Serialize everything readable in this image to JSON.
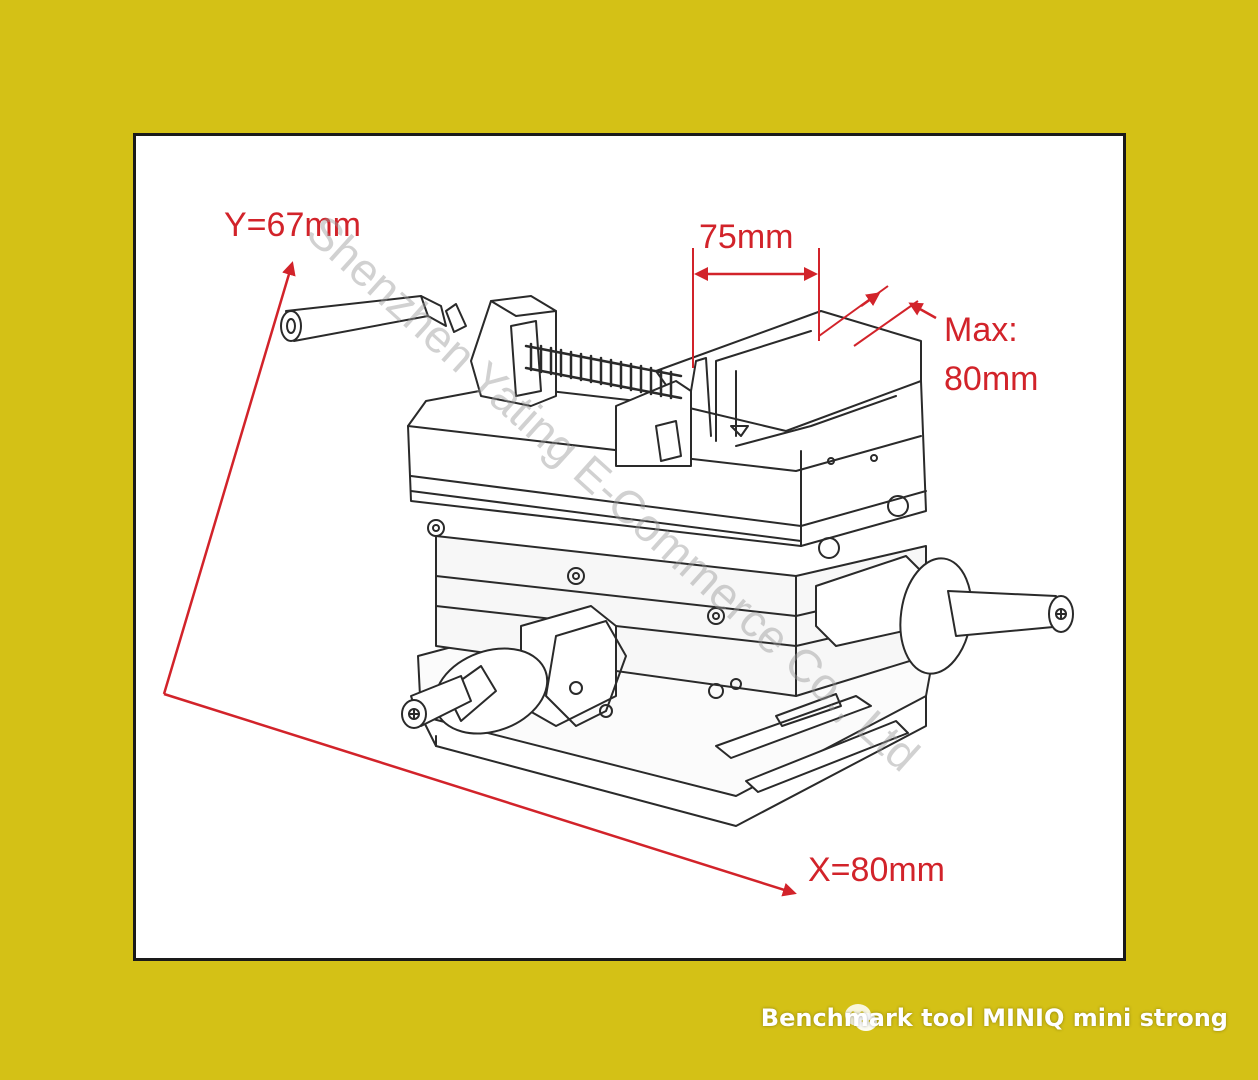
{
  "colors": {
    "background": "#d4c116",
    "frame_fill": "#ffffff",
    "frame_border": "#1a1a1a",
    "dimension_red": "#d2232a",
    "line_art": "#2a2a2a",
    "caption_text": "#ffffff"
  },
  "dimensions": {
    "y_travel": "Y=67mm",
    "jaw_width": "75mm",
    "max_opening_line1": "Max:",
    "max_opening_line2": "80mm",
    "x_travel": "X=80mm"
  },
  "watermark": "Shenzhen Yating E-Commerce Co., Ltd",
  "caption": {
    "icon": "wechat-icon",
    "text": "Benchmark tool MINIQ mini strong"
  }
}
